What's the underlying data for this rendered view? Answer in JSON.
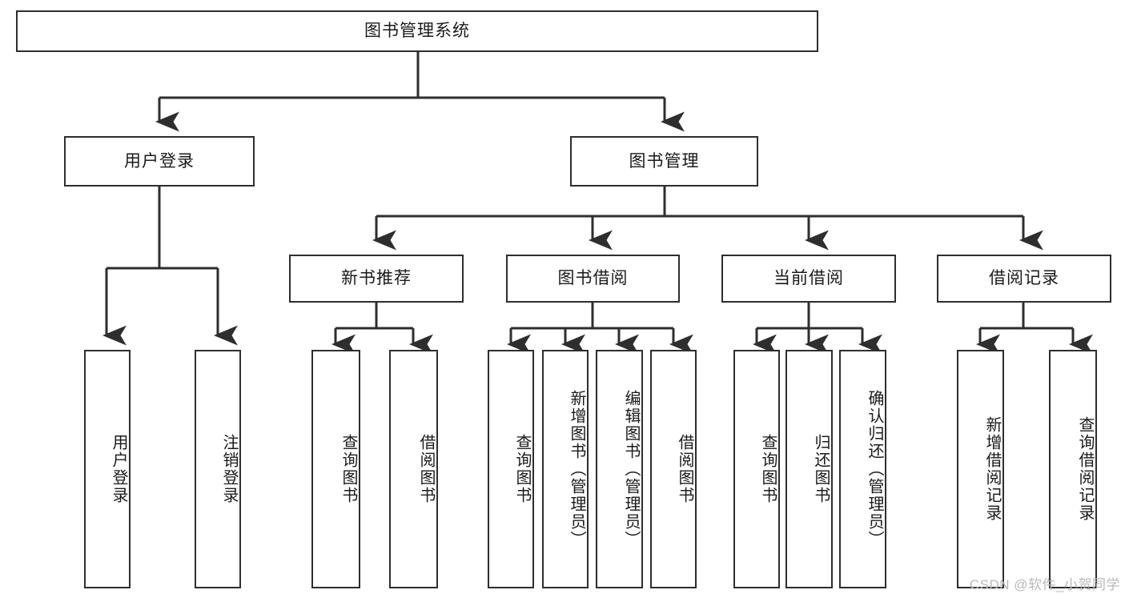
{
  "diagram": {
    "title": "图书管理系统",
    "type": "tree-hierarchy",
    "watermark": "CSDN @软件_小贺同学",
    "colors": {
      "stroke": "#2e2e2e",
      "fill": "#ffffff",
      "text": "#1a1a1a",
      "watermark": "#b9b9b9"
    },
    "root": {
      "label": "图书管理系统"
    },
    "level2": [
      {
        "id": "user-login",
        "label": "用户登录"
      },
      {
        "id": "book-management",
        "label": "图书管理"
      }
    ],
    "level3": [
      {
        "id": "new-book-recommend",
        "label": "新书推荐"
      },
      {
        "id": "book-borrow",
        "label": "图书借阅"
      },
      {
        "id": "current-borrow",
        "label": "当前借阅"
      },
      {
        "id": "borrow-record",
        "label": "借阅记录"
      }
    ],
    "leaves": {
      "user_login": [
        {
          "id": "leaf-user-login",
          "label": "用户登录"
        },
        {
          "id": "leaf-logout-login",
          "label": "注销登录"
        }
      ],
      "new_book_recommend": [
        {
          "id": "leaf-query-book-1",
          "label": "查询图书"
        },
        {
          "id": "leaf-borrow-book-1",
          "label": "借阅图书"
        }
      ],
      "book_borrow": [
        {
          "id": "leaf-query-book-2",
          "label": "查询图书"
        },
        {
          "id": "leaf-add-book",
          "label": "新增图书（管理员）"
        },
        {
          "id": "leaf-edit-book",
          "label": "编辑图书（管理员）"
        },
        {
          "id": "leaf-borrow-book-2",
          "label": "借阅图书"
        }
      ],
      "current_borrow": [
        {
          "id": "leaf-query-book-3",
          "label": "查询图书"
        },
        {
          "id": "leaf-return-book",
          "label": "归还图书"
        },
        {
          "id": "leaf-confirm-return",
          "label": "确认归还（管理员）"
        }
      ],
      "borrow_record": [
        {
          "id": "leaf-add-record",
          "label": "新增借阅记录"
        },
        {
          "id": "leaf-query-record",
          "label": "查询借阅记录"
        }
      ]
    }
  }
}
